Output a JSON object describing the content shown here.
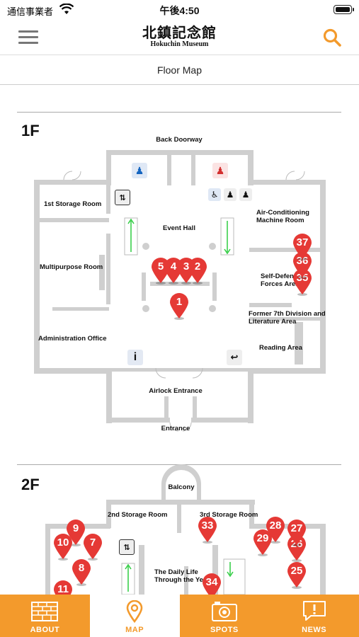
{
  "status_bar": {
    "carrier": "通信事業者",
    "time": "午後4:50"
  },
  "header": {
    "title_jp": "北鎮記念館",
    "title_en": "Hokuchin Museum"
  },
  "page": {
    "title": "Floor Map"
  },
  "floor1": {
    "label": "1F",
    "rooms": {
      "back_doorway": "Back  Doorway",
      "storage1": "1st Storage Room",
      "event_hall": "Event Hall",
      "ac_room": "Air-Conditioning Machine Room",
      "multipurpose": "Multipurpose Room",
      "sdf_area": "Self-Defense Forces Area",
      "former_7th": "Former 7th Division and Literature Area",
      "admin": "Administration Office",
      "reading": "Reading Area",
      "airlock": "Airlock Entrance",
      "entrance": "Entrance"
    },
    "pins": [
      "1",
      "2",
      "3",
      "4",
      "5",
      "35",
      "36",
      "37"
    ],
    "icons": {
      "info": "i"
    }
  },
  "floor2": {
    "label": "2F",
    "rooms": {
      "balcony": "Balcony",
      "storage2": "2nd Storage Room",
      "storage3": "3rd Storage Room",
      "daily_life": "The Daily Life Through the Years"
    },
    "pins": [
      "7",
      "8",
      "9",
      "10",
      "11",
      "25",
      "26",
      "27",
      "28",
      "29",
      "33",
      "34"
    ]
  },
  "tabs": [
    {
      "label": "ABOUT",
      "icon": "building-icon"
    },
    {
      "label": "MAP",
      "icon": "map-pin-icon"
    },
    {
      "label": "SPOTS",
      "icon": "camera-icon"
    },
    {
      "label": "NEWS",
      "icon": "news-icon"
    }
  ],
  "colors": {
    "accent": "#f39a2c",
    "pin": "#e53935",
    "wall": "#c9c9c9"
  }
}
